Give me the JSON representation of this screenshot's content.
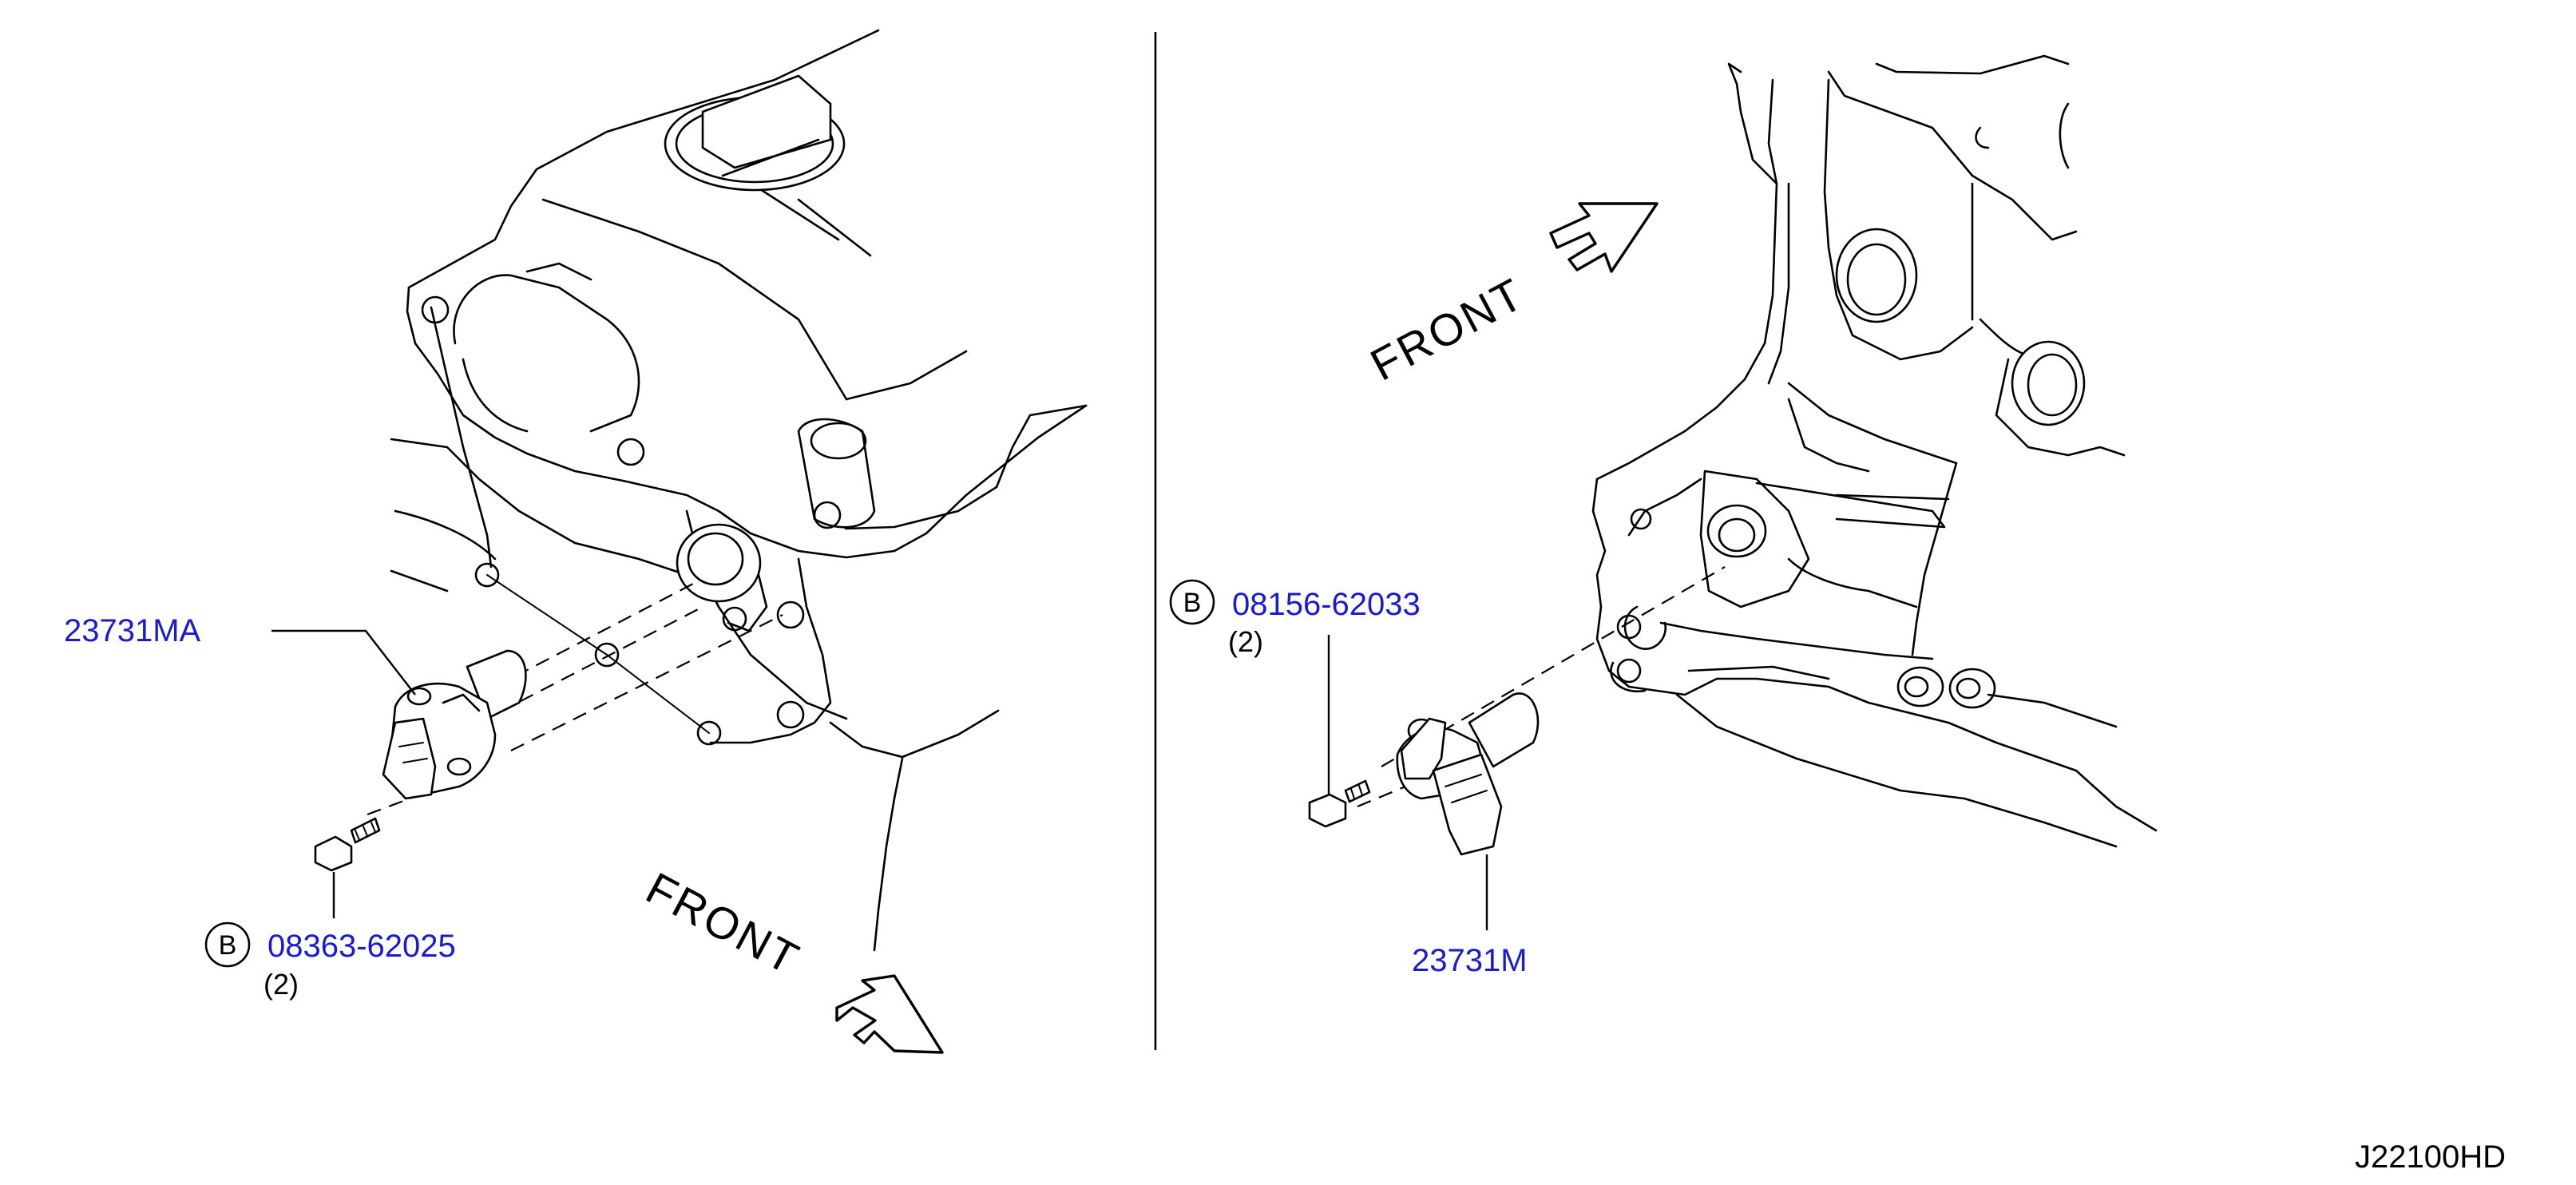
{
  "colors": {
    "part_link": "#1a1ad6",
    "ink": "#000000"
  },
  "left_view": {
    "sensor_part_no": "23731MA",
    "bolt_callout_letter": "B",
    "bolt_part_no": "08363-62025",
    "bolt_qty": "(2)",
    "direction_label": "FRONT"
  },
  "right_view": {
    "sensor_part_no": "23731M",
    "bolt_callout_letter": "B",
    "bolt_part_no": "08156-62033",
    "bolt_qty": "(2)",
    "direction_label": "FRONT"
  },
  "diagram_code": "J22100HD"
}
